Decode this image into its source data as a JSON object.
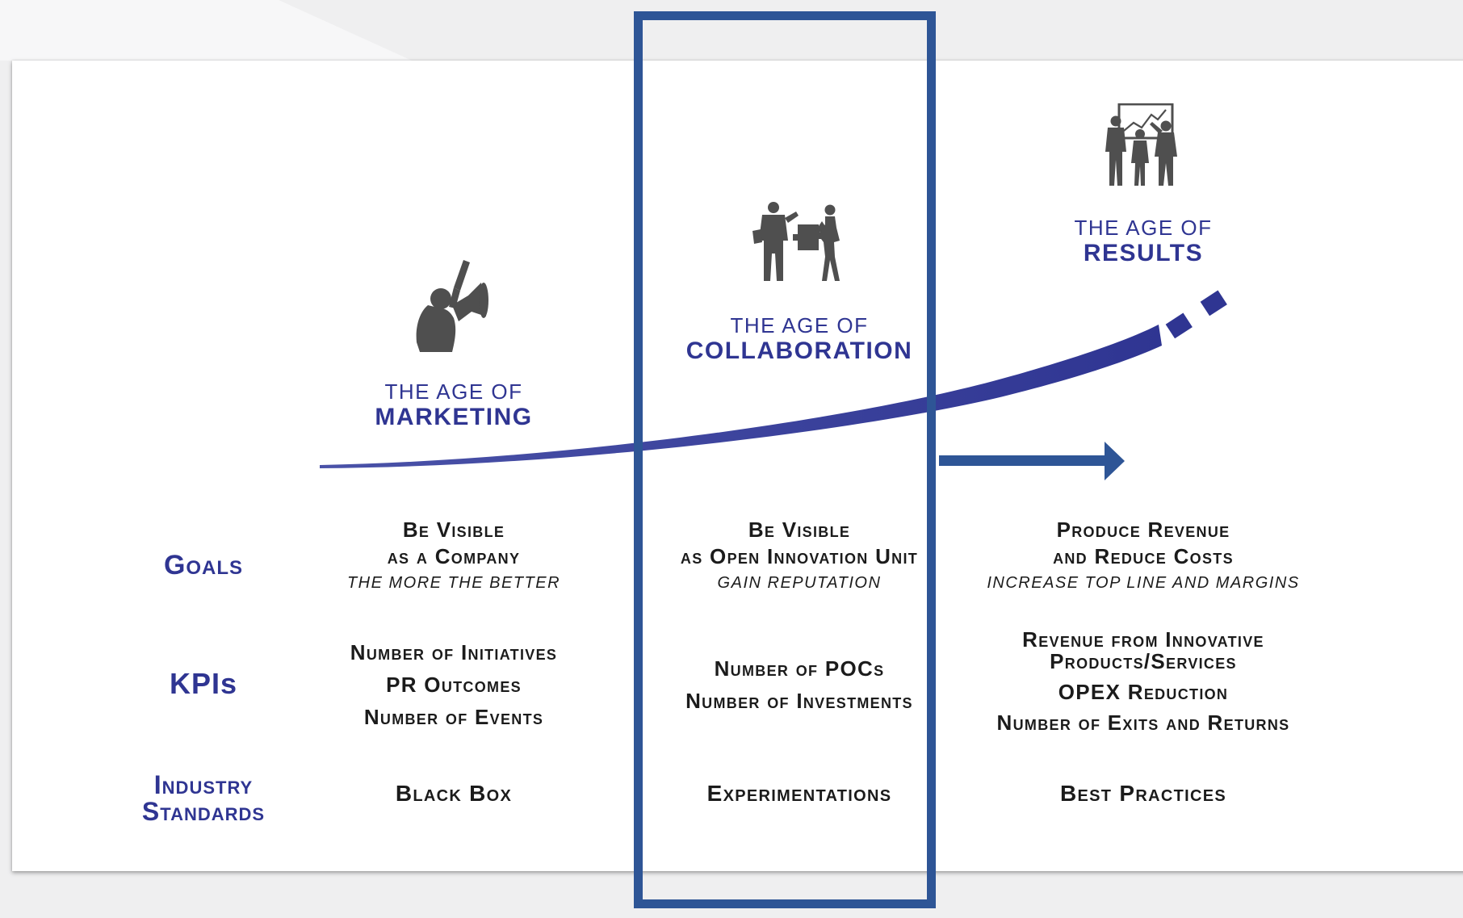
{
  "columns": [
    {
      "id": "marketing",
      "age_prefix": "THE AGE OF",
      "age_title": "MARKETING",
      "icon": "megaphone-person-icon",
      "goals": {
        "line1": "Be Visible",
        "line2": "as a Company",
        "note": "The more the better"
      },
      "kpis": [
        "Number of Initiatives",
        "PR Outcomes",
        "Number of Events"
      ],
      "standard": "Black Box"
    },
    {
      "id": "collaboration",
      "age_prefix": "THE AGE OF",
      "age_title": "COLLABORATION",
      "icon": "puzzle-people-icon",
      "goals": {
        "line1": "Be Visible",
        "line2": "as Open Innovation Unit",
        "note": "Gain Reputation"
      },
      "kpis": [
        "Number of POCs",
        "Number of Investments"
      ],
      "standard": "Experimentations"
    },
    {
      "id": "results",
      "age_prefix": "THE AGE OF",
      "age_title": "RESULTS",
      "icon": "presentation-team-icon",
      "goals": {
        "line1": "Produce Revenue",
        "line2": "and Reduce Costs",
        "note": "Increase top line and margins"
      },
      "kpis": [
        "Revenue from Innovative",
        "Products/Services",
        "OPEX Reduction",
        "Number of Exits and Returns"
      ],
      "standard": "Best Practices"
    }
  ],
  "row_labels": {
    "goals": "Goals",
    "kpis": "KPIs",
    "standards_line1": "Industry",
    "standards_line2": "Standards"
  },
  "colors": {
    "accent": "#2f3592",
    "frame": "#2e5596",
    "curve": "#2f3592",
    "icon": "#4f4f4f",
    "text": "#1b1b1b"
  }
}
